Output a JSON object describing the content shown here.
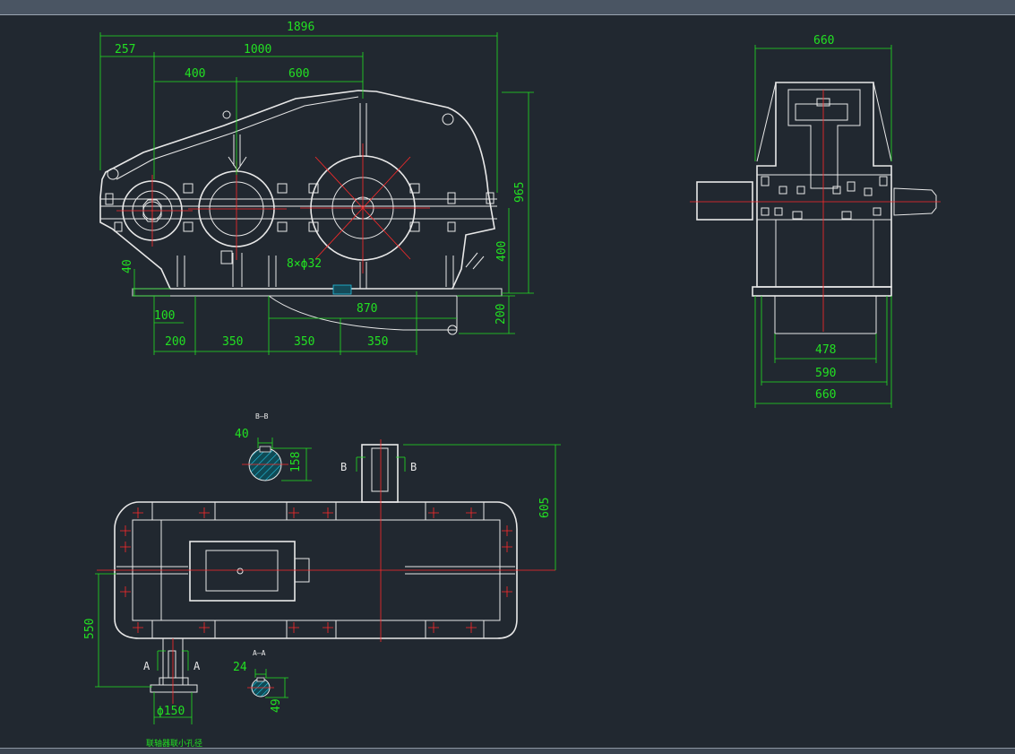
{
  "front_view": {
    "dims": {
      "overall_length": "1896",
      "left_offset": "257",
      "center_span": "1000",
      "span_a": "400",
      "span_b": "600",
      "overall_height": "965",
      "shaft_height": "400",
      "base_thickness": "40",
      "foot_offset": "100",
      "pitch_first": "200",
      "pitch_1": "350",
      "pitch_2": "350",
      "pitch_3": "350",
      "base_length": "870",
      "below_base": "200"
    },
    "bolt_note": "8×ϕ32"
  },
  "side_view": {
    "dims": {
      "top_width": "660",
      "bottom_inner": "478",
      "bottom_mid": "590",
      "bottom_outer": "660"
    }
  },
  "plan_view": {
    "dims": {
      "height_right": "605",
      "height_left": "550",
      "shaft_dia": "ϕ150"
    },
    "section_b": {
      "title": "B—B",
      "key_width": "40",
      "depth": "158",
      "label_left": "B",
      "label_right": "B"
    },
    "section_a": {
      "title": "A—A",
      "key_width": "24",
      "depth": "49",
      "label_left": "A",
      "label_right": "A"
    },
    "footer_note": "联轴器联小孔径"
  }
}
